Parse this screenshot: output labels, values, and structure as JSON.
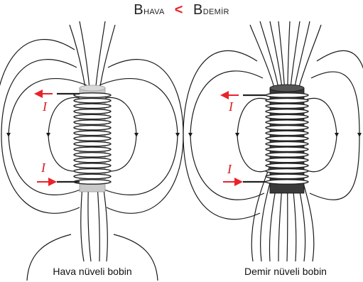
{
  "title": {
    "left_B": "B",
    "left_sub": "HAVA",
    "operator": "<",
    "right_B": "B",
    "right_sub": "DEMİR"
  },
  "current_label": "I",
  "coils": [
    {
      "caption": "Hava nüveli bobin",
      "core": "air"
    },
    {
      "caption": "Demir nüveli bobin",
      "core": "iron"
    }
  ],
  "colors": {
    "field_line": "#1a1a1a",
    "current_arrow": "#e8232a",
    "operator": "#e8232a",
    "air_core": "#c9c9c9",
    "iron_core": "#3a3a3a"
  }
}
